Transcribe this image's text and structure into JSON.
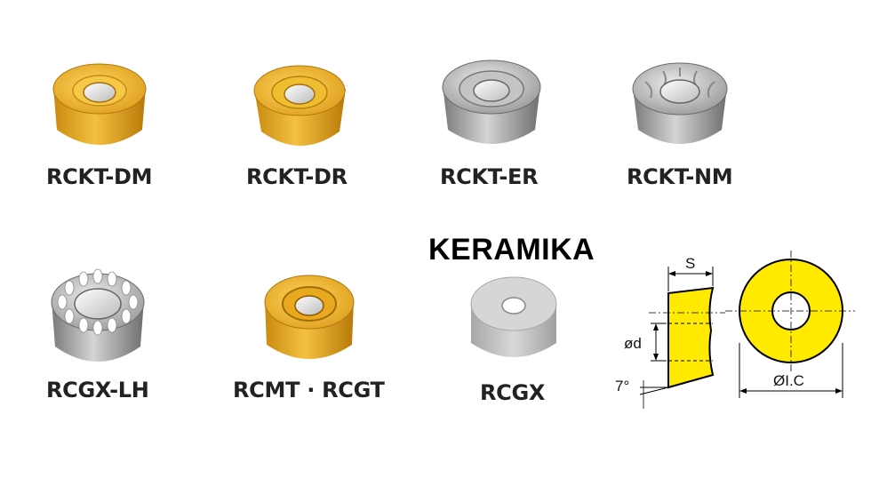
{
  "inserts_row1": [
    {
      "label": "RCKT-DM",
      "material": "gold-coated"
    },
    {
      "label": "RCKT-DR",
      "material": "gold-coated"
    },
    {
      "label": "RCKT-ER",
      "material": "silver-coated"
    },
    {
      "label": "RCKT-NM",
      "material": "silver-coated"
    }
  ],
  "inserts_row2": [
    {
      "label": "RCGX-LH",
      "material": "silver-coated"
    },
    {
      "label": "RCMT · RCGT",
      "material": "gold-coated"
    },
    {
      "label": "RCGX",
      "material": "ceramic"
    }
  ],
  "ceramic_heading": "KERAMIKA",
  "diagram": {
    "thickness_label": "S",
    "bore_label": "ød",
    "angle_label": "7°",
    "diameter_label": "ØI.C"
  },
  "colors": {
    "gold": "#e3a82a",
    "silver": "#b4b4b4",
    "ceramic": "#cfcfcf",
    "diagram_fill": "#ffea00"
  }
}
